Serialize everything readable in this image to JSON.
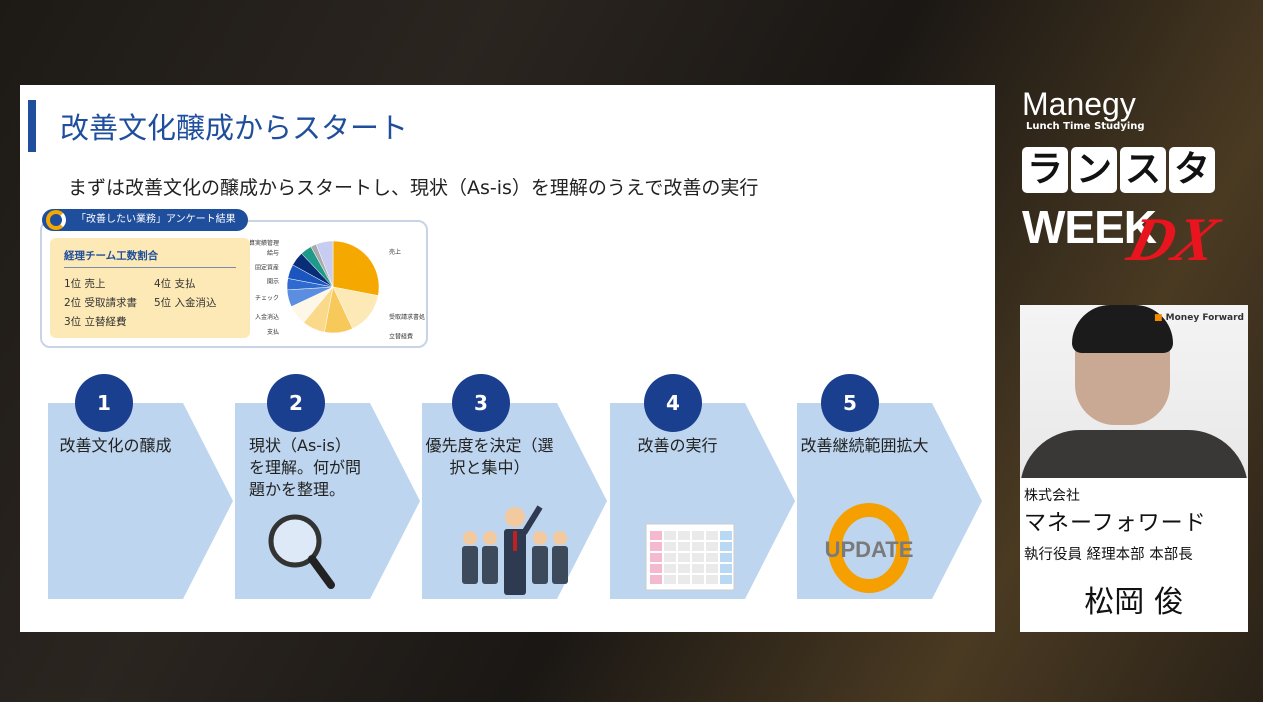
{
  "slide": {
    "title": "改善文化醸成からスタート",
    "subtitle": "まずは改善文化の醸成からスタートし、現状（As-is）を理解のうえで改善の実行",
    "survey": {
      "badge": "「改善したい業務」アンケート結果",
      "box_title": "経理チーム工数割合",
      "ranks": [
        "1位 売上",
        "4位 支払",
        "2位 受取請求書",
        "5位 入金消込",
        "3位 立替経費"
      ]
    },
    "steps": [
      {
        "num": "1",
        "text": "改善文化の醸成",
        "icon": "none"
      },
      {
        "num": "2",
        "text": "現状（As-is）を理解。何が問題かを整理。",
        "icon": "magnifier-icon"
      },
      {
        "num": "3",
        "text": "優先度を決定（選択と集中）",
        "icon": "team-icon"
      },
      {
        "num": "4",
        "text": "改善の実行",
        "icon": "calendar-icon"
      },
      {
        "num": "5",
        "text": "改善継続範囲拡大",
        "icon": "update-cycle-icon",
        "icon_text": "UPDATE"
      }
    ],
    "colors": {
      "brand": "#1f4e9c",
      "step_bg": "#bdd5ee",
      "circle": "#1a3f8f",
      "orange": "#f5a800"
    }
  },
  "chart_data": {
    "type": "pie",
    "title": "経理チーム工数割合",
    "slices": [
      {
        "label": "売上",
        "value": 28,
        "color": "#f5a800"
      },
      {
        "label": "受取請求書処理",
        "value": 15,
        "color": "#fde9b5"
      },
      {
        "label": "立替経費",
        "value": 10,
        "color": "#f7c95a"
      },
      {
        "label": "支払",
        "value": 8,
        "color": "#fbd98a"
      },
      {
        "label": "入金消込",
        "value": 7,
        "color": "#fdf7e8"
      },
      {
        "label": "チェック",
        "value": 6,
        "color": "#5b8de0"
      },
      {
        "label": "開示",
        "value": 4,
        "color": "#2f6ad0"
      },
      {
        "label": "固定資産",
        "value": 5,
        "color": "#1a55c0"
      },
      {
        "label": "給与",
        "value": 5,
        "color": "#0a2d78"
      },
      {
        "label": "予算実績管理",
        "value": 4,
        "color": "#1e9a8a"
      },
      {
        "label": "",
        "value": 2,
        "color": "#aaaaaa"
      },
      {
        "label": "",
        "value": 6,
        "color": "#c7cdf0"
      }
    ]
  },
  "branding": {
    "logo": "Manegy",
    "tagline": "Lunch Time Studying",
    "kana": [
      "ラ",
      "ン",
      "ス",
      "タ"
    ],
    "week": "WEEK",
    "dx": "DX"
  },
  "speaker": {
    "company_logo": "Money Forward",
    "company_type": "株式会社",
    "company": "マネーフォワード",
    "role": "執行役員 経理本部 本部長",
    "name": "松岡 俊"
  }
}
